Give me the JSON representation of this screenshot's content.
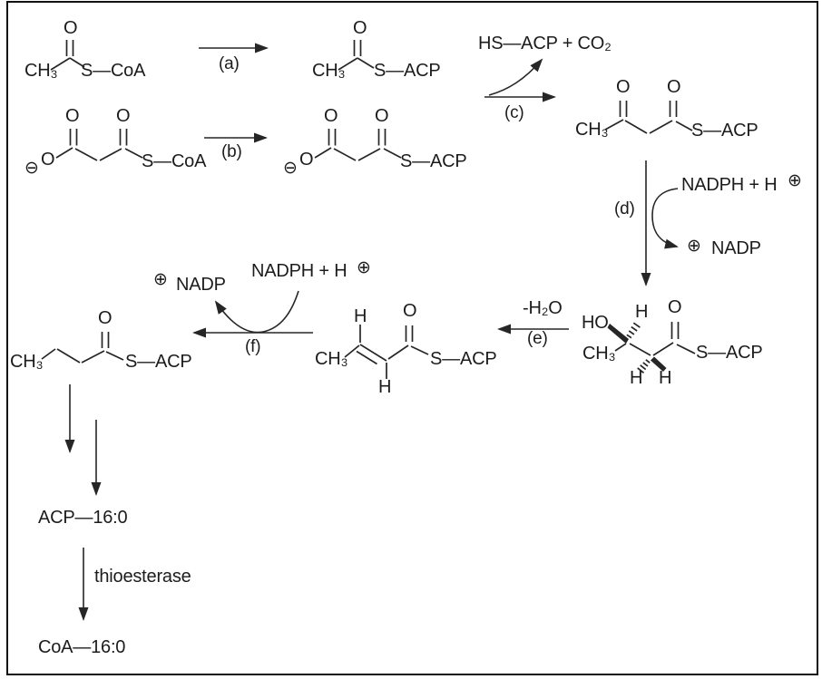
{
  "molecules": {
    "acetyl_coa": {
      "ch3": "CH₃",
      "o": "O",
      "thio": "S—CoA"
    },
    "acetyl_acp": {
      "ch3": "CH₃",
      "o": "O",
      "thio": "S—ACP"
    },
    "malonyl_coa": {
      "charge": "⊖",
      "o_ion": "O",
      "o1": "O",
      "o2": "O",
      "thio": "S—CoA"
    },
    "malonyl_acp": {
      "charge": "⊖",
      "o_ion": "O",
      "o1": "O",
      "o2": "O",
      "thio": "S—ACP"
    },
    "acetoacetyl_acp": {
      "ch3": "CH₃",
      "o1": "O",
      "o2": "O",
      "thio": "S—ACP"
    },
    "hydroxyacyl_acp": {
      "ho": "HO",
      "h_c3": "H",
      "ch3": "CH₃",
      "h_c2a": "H",
      "h_c2b": "H",
      "o": "O",
      "thio": "S—ACP"
    },
    "enoyl_acp": {
      "h_top": "H",
      "ch3": "CH₃",
      "h_bottom": "H",
      "o": "O",
      "thio": "S—ACP"
    },
    "butyryl_acp": {
      "ch3": "CH₃",
      "o": "O",
      "thio": "S—ACP"
    }
  },
  "steps": {
    "a": "(a)",
    "b": "(b)",
    "c": "(c)",
    "d": "(d)",
    "e": "(e)",
    "f": "(f)"
  },
  "cofactors": {
    "c_byproduct": "HS—ACP + CO₂",
    "d_in": "NADPH + H",
    "d_in_charge": "⊕",
    "d_out_charge": "⊕",
    "d_out": "NADP",
    "e_byproduct": "-H₂O",
    "f_in": "NADPH + H",
    "f_in_charge": "⊕",
    "f_out_charge": "⊕",
    "f_out": "NADP"
  },
  "final": {
    "acp_product": "ACP—16:0",
    "enzyme": "thioesterase",
    "coa_product": "CoA—16:0"
  }
}
